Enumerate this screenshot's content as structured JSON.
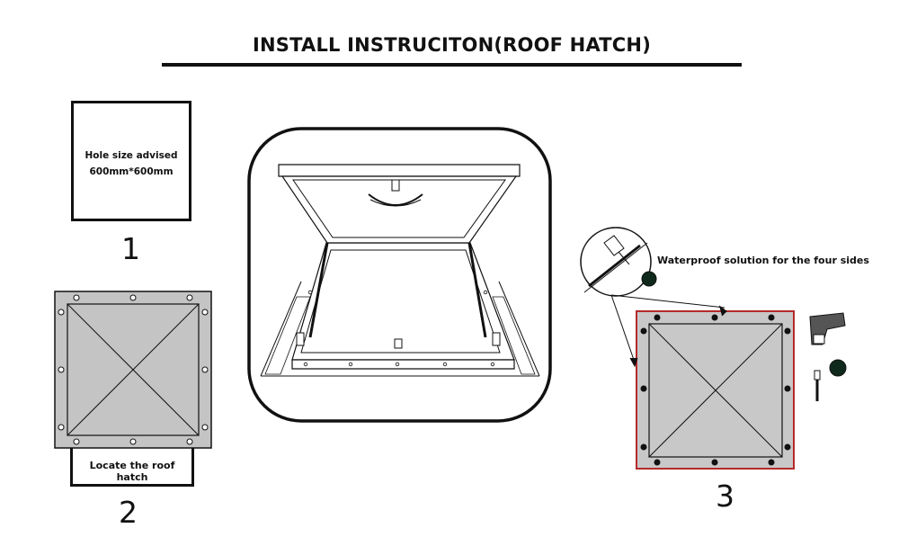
{
  "title": "INSTALL INSTRUCITON(ROOF HATCH)",
  "steps": [
    {
      "number": "1",
      "line1": "Hole size advised",
      "line2": "600mm*600mm"
    },
    {
      "number": "2",
      "label": "Locate the roof hatch"
    },
    {
      "number": "3",
      "label": "Waterproof solution for the four sides"
    }
  ],
  "colors": {
    "hatch_fill": "#c4c4c4",
    "outline": "#111111",
    "highlight_border": "#b52a2a"
  },
  "icons": [
    "roof-hatch-top-view",
    "open-roof-hatch-illustration",
    "sealant-nozzle-icon",
    "screw-gun-icon",
    "screw-icon"
  ]
}
